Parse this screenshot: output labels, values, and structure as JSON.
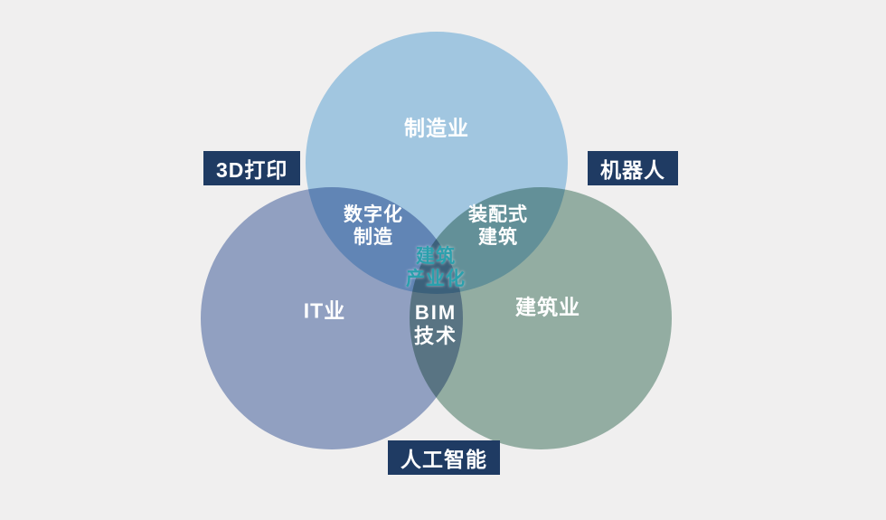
{
  "background": "#f0efef",
  "venn": {
    "circles": [
      {
        "id": "manufacturing",
        "label": "制造业",
        "color": "#abd4ef"
      },
      {
        "id": "it",
        "label": "IT业",
        "color": "#9aabce"
      },
      {
        "id": "construction",
        "label": "建筑业",
        "color": "#9cb9ad"
      }
    ],
    "overlaps": {
      "manufacturing_it": {
        "label": "数字化制造",
        "lines": [
          "数字化",
          "制造"
        ],
        "text_color": "#ffffff"
      },
      "manufacturing_construction": {
        "label": "装配式建筑",
        "lines": [
          "装配式",
          "建筑"
        ],
        "text_color": "#ffffff"
      },
      "it_construction": {
        "label": "BIM技术",
        "lines": [
          "BIM",
          "技术"
        ],
        "text_color": "#ffffff"
      },
      "center": {
        "label": "建筑产业化",
        "lines": [
          "建筑",
          "产业化"
        ],
        "text_color": "#2aa0ad"
      }
    },
    "callouts": {
      "left": {
        "label": "3D打印"
      },
      "right": {
        "label": "机器人"
      },
      "bottom": {
        "label": "人工智能"
      }
    },
    "callout_bg": "#1f3b63",
    "callout_text_color": "#ffffff",
    "circle_label_color": "#ffffff"
  }
}
